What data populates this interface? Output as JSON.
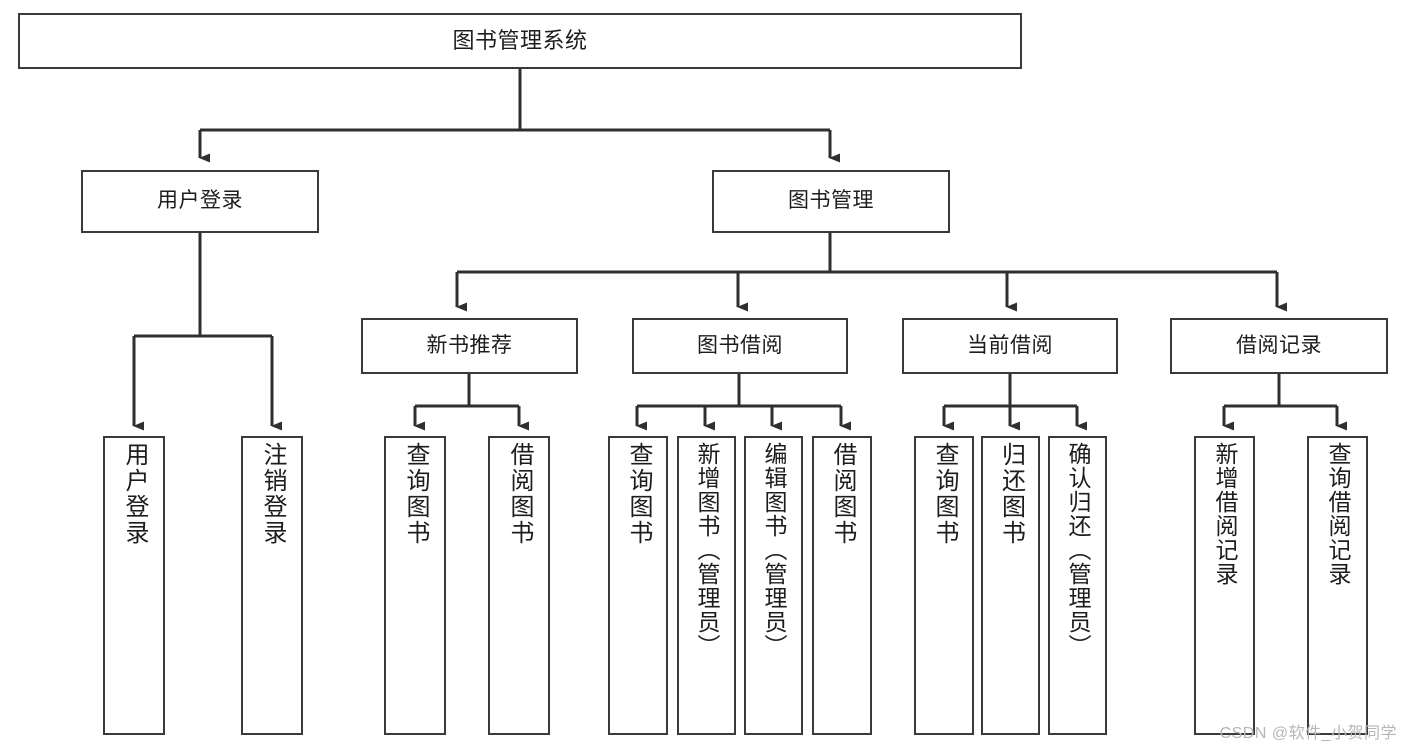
{
  "diagram": {
    "type": "tree-hierarchy",
    "title": "图书管理系统",
    "orientation": "top-down",
    "style": {
      "box_border_color": "#3a3a3a",
      "box_fill_color": "#ffffff",
      "connector_color": "#2f2f2f",
      "text_color": "#1d1d1d",
      "background": "#ffffff"
    },
    "nodes": {
      "root": {
        "label": "图书管理系统",
        "level": 0,
        "text_direction": "horizontal"
      },
      "level1": [
        {
          "id": "user-login",
          "label": "用户登录",
          "text_direction": "horizontal"
        },
        {
          "id": "book-management",
          "label": "图书管理",
          "text_direction": "horizontal"
        }
      ],
      "level2": [
        {
          "id": "new-book-recommend",
          "label": "新书推荐",
          "parent": "book-management",
          "text_direction": "horizontal"
        },
        {
          "id": "book-borrow",
          "label": "图书借阅",
          "parent": "book-management",
          "text_direction": "horizontal"
        },
        {
          "id": "current-borrow",
          "label": "当前借阅",
          "parent": "book-management",
          "text_direction": "horizontal"
        },
        {
          "id": "borrow-record",
          "label": "借阅记录",
          "parent": "book-management",
          "text_direction": "horizontal"
        }
      ],
      "leaves": [
        {
          "id": "leaf-user-login",
          "label": "用户登录",
          "parent": "user-login",
          "text_direction": "vertical"
        },
        {
          "id": "leaf-logout-login",
          "label": "注销登录",
          "parent": "user-login",
          "text_direction": "vertical"
        },
        {
          "id": "leaf-query-book-1",
          "label": "查询图书",
          "parent": "new-book-recommend",
          "text_direction": "vertical"
        },
        {
          "id": "leaf-borrow-book-1",
          "label": "借阅图书",
          "parent": "new-book-recommend",
          "text_direction": "vertical"
        },
        {
          "id": "leaf-query-book-2",
          "label": "查询图书",
          "parent": "book-borrow",
          "text_direction": "vertical"
        },
        {
          "id": "leaf-add-book",
          "label": "新增图书（管理员）",
          "parent": "book-borrow",
          "text_direction": "vertical"
        },
        {
          "id": "leaf-edit-book",
          "label": "编辑图书（管理员）",
          "parent": "book-borrow",
          "text_direction": "vertical"
        },
        {
          "id": "leaf-borrow-book-2",
          "label": "借阅图书",
          "parent": "book-borrow",
          "text_direction": "vertical"
        },
        {
          "id": "leaf-query-book-3",
          "label": "查询图书",
          "parent": "current-borrow",
          "text_direction": "vertical"
        },
        {
          "id": "leaf-return-book",
          "label": "归还图书",
          "parent": "current-borrow",
          "text_direction": "vertical"
        },
        {
          "id": "leaf-confirm-return",
          "label": "确认归还（管理员）",
          "parent": "current-borrow",
          "text_direction": "vertical"
        },
        {
          "id": "leaf-add-borrow-record",
          "label": "新增借阅记录",
          "parent": "borrow-record",
          "text_direction": "vertical"
        },
        {
          "id": "leaf-query-borrow-record",
          "label": "查询借阅记录",
          "parent": "borrow-record",
          "text_direction": "vertical"
        }
      ]
    }
  },
  "watermark": {
    "text": "CSDN @软件_小贺同学"
  }
}
